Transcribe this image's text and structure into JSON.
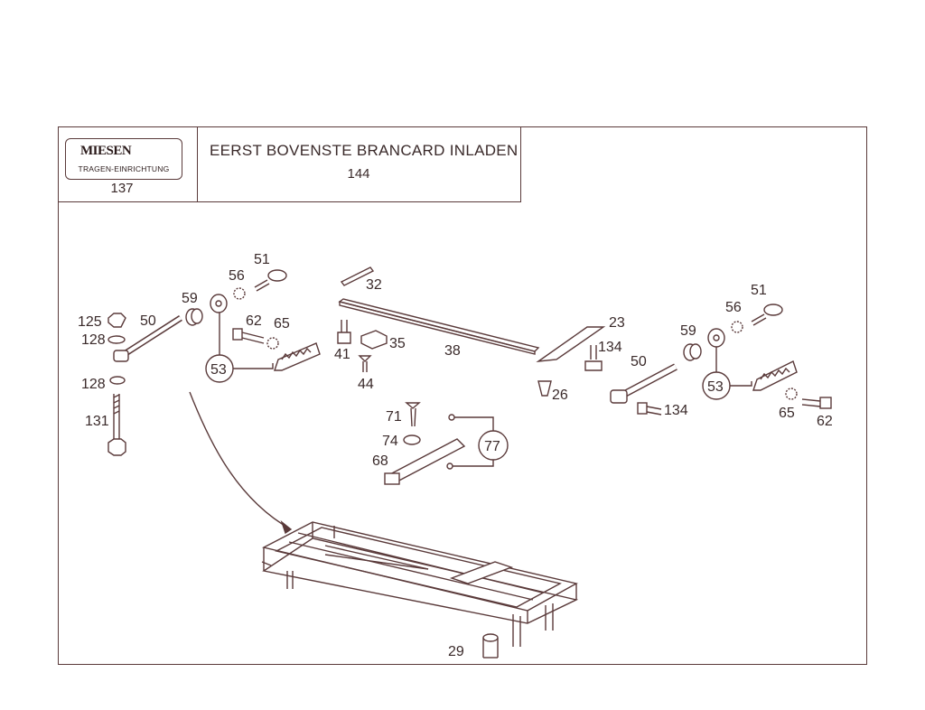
{
  "logo": {
    "brand": "MIESEN",
    "subtitle": "TRAGEN-EINRICHTUNG",
    "number": "137"
  },
  "title": {
    "text": "EERST BOVENSTE BRANCARD INLADEN",
    "number": "144"
  },
  "callouts": {
    "c51a": "51",
    "c56a": "56",
    "c59a": "59",
    "c50a": "50",
    "c125": "125",
    "c128a": "128",
    "c128b": "128",
    "c131": "131",
    "c62a": "62",
    "c65a": "65",
    "c53a": "53",
    "c32": "32",
    "c41": "41",
    "c35": "35",
    "c38": "38",
    "c44": "44",
    "c23": "23",
    "c134a": "134",
    "c26": "26",
    "c51b": "51",
    "c56b": "56",
    "c59b": "59",
    "c50b": "50",
    "c53b": "53",
    "c134b": "134",
    "c65b": "65",
    "c62b": "62",
    "c71": "71",
    "c74": "74",
    "c68": "68",
    "c77": "77",
    "c29": "29"
  },
  "colors": {
    "line": "#5a3a3a",
    "text": "#3a2a2a"
  }
}
